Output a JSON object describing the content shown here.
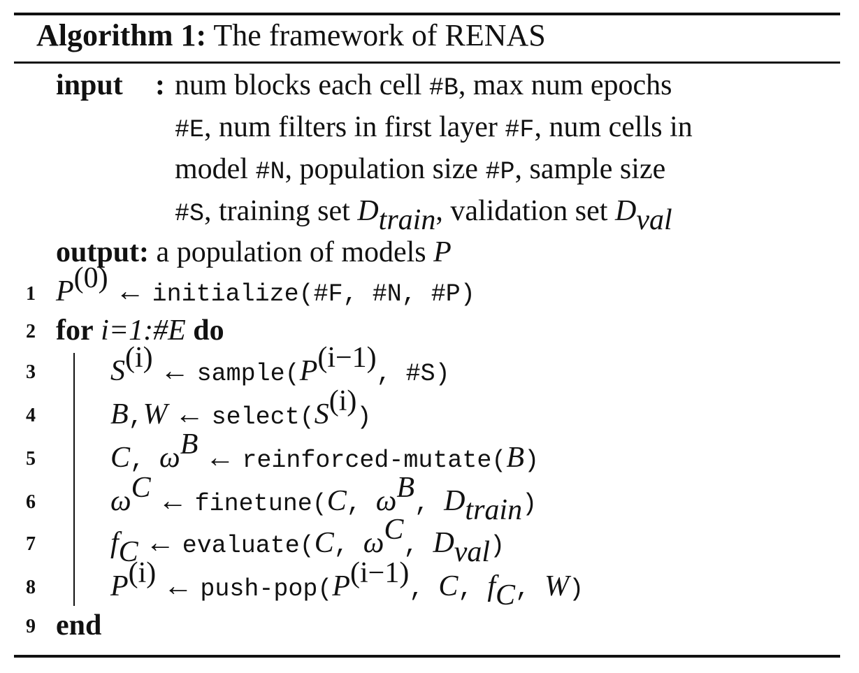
{
  "algorithm": {
    "label": "Algorithm 1:",
    "title": "The framework of RENAS"
  },
  "io": {
    "input_kw": "input",
    "colon": ":",
    "input_lines": [
      [
        "num blocks each cell ",
        "#B",
        ", max num epochs"
      ],
      [
        "#E",
        ", num filters in first layer ",
        "#F",
        ", num cells in"
      ],
      [
        "model ",
        "#N",
        ", population size ",
        "#P",
        ", sample size"
      ],
      [
        "#S",
        ", training set ",
        "D",
        "train",
        ", validation set ",
        "D",
        "val"
      ]
    ],
    "output_kw": "output:",
    "output_text": "a population of models ",
    "output_var": "P"
  },
  "lines": {
    "n1": "1",
    "n2": "2",
    "n3": "3",
    "n4": "4",
    "n5": "5",
    "n6": "6",
    "n7": "7",
    "n8": "8",
    "n9": "9",
    "l1": {
      "var": "P",
      "sup": "(0)",
      "arrow": "←",
      "call": "initialize(#F, #N, #P)"
    },
    "l2": {
      "for_kw": "for",
      "range": "i=1:#E",
      "do_kw": "do"
    },
    "l3": {
      "var": "S",
      "sup": "(i)",
      "arrow": "←",
      "fn": "sample(",
      "arg1": "P",
      "arg1_sup": "(i−1)",
      "rest": ", #S)"
    },
    "l4": {
      "v1": "B",
      "comma": ",",
      "v2": "W",
      "arrow": "←",
      "fn": "select(",
      "arg": "S",
      "arg_sup": "(i)",
      "close": ")"
    },
    "l5": {
      "v1": "C",
      "comma": ", ",
      "v2": "ω",
      "v2_sup": "B",
      "arrow": "←",
      "fn": "reinforced-mutate(",
      "arg": "B",
      "close": ")"
    },
    "l6": {
      "v": "ω",
      "v_sup": "C",
      "arrow": "←",
      "fn": "finetune(",
      "a1": "C",
      "sep1": ", ",
      "a2": "ω",
      "a2_sup": "B",
      "sep2": ", ",
      "a3": "D",
      "a3_sub": "train",
      "close": ")"
    },
    "l7": {
      "v": "f",
      "v_sub": "C",
      "arrow": "←",
      "fn": "evaluate(",
      "a1": "C",
      "sep1": ", ",
      "a2": "ω",
      "a2_sup": "C",
      "sep2": ", ",
      "a3": "D",
      "a3_sub": "val",
      "close": ")"
    },
    "l8": {
      "v": "P",
      "v_sup": "(i)",
      "arrow": "←",
      "fn": "push-pop(",
      "a1": "P",
      "a1_sup": "(i−1)",
      "sep1": ", ",
      "a2": "C",
      "sep2": ", ",
      "a3": "f",
      "a3_sub": "C",
      "sep3": ", ",
      "a4": "W",
      "close": ")"
    },
    "l9": {
      "end_kw": "end"
    }
  }
}
